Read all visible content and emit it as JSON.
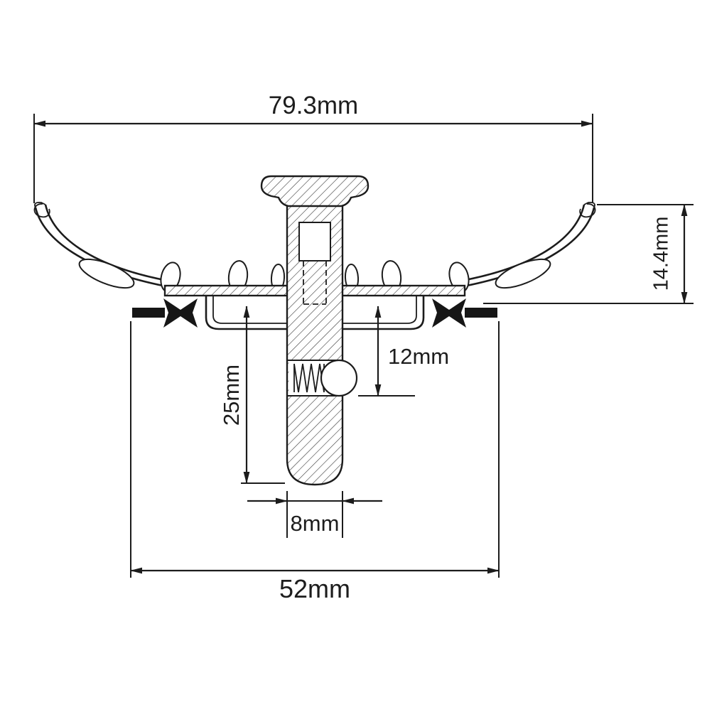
{
  "drawing": {
    "subject": "sink-strainer-cross-section",
    "background": "#ffffff",
    "line_color": "#1c1c1c",
    "labels": {
      "overall_width": "79.3mm",
      "rim_height": "14.4mm",
      "stem_length": "25mm",
      "pin_depth": "12mm",
      "stem_width": "8mm",
      "base_width": "52mm"
    }
  }
}
